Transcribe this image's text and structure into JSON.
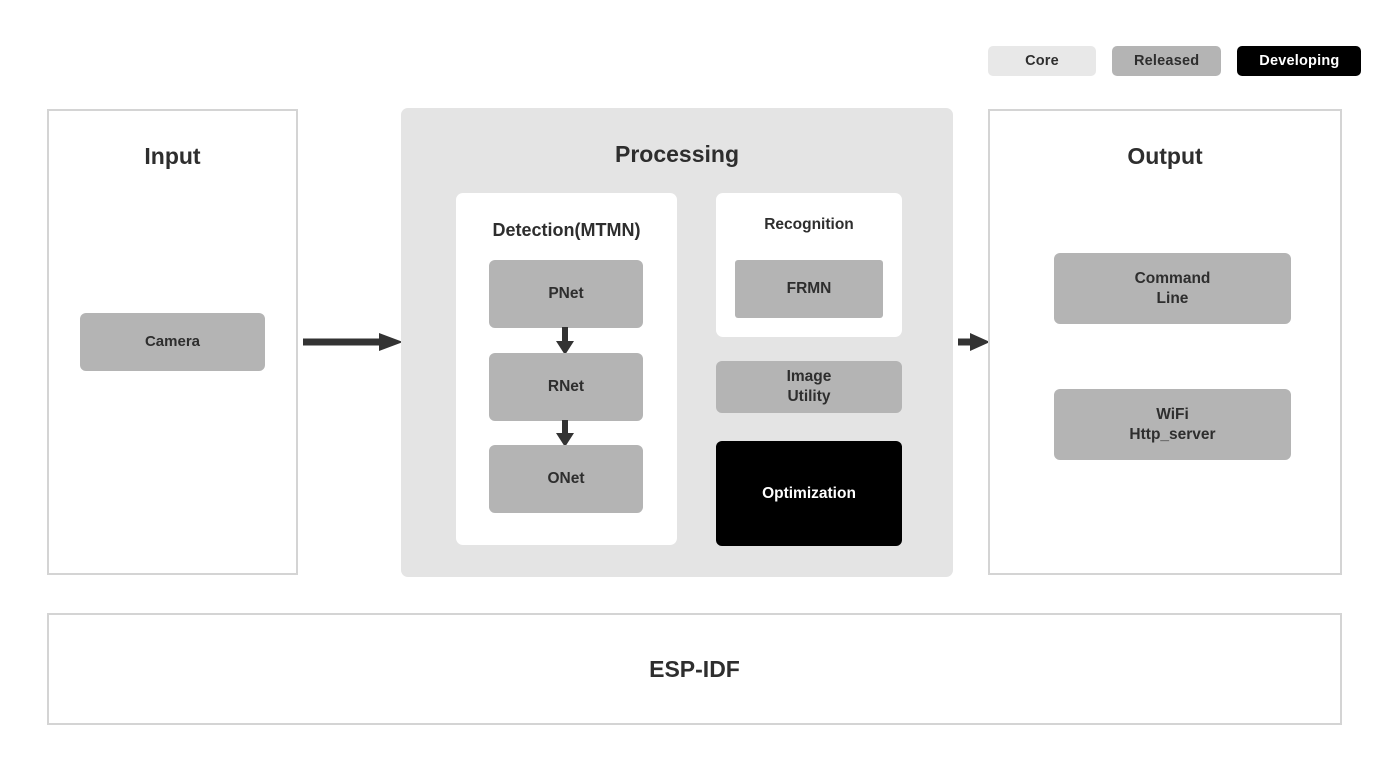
{
  "legend": {
    "items": [
      {
        "label": "Core",
        "state": "core",
        "color": "#e8e8e8"
      },
      {
        "label": "Released",
        "state": "released",
        "color": "#b4b4b4"
      },
      {
        "label": "Developing",
        "state": "developing",
        "color": "#000000"
      }
    ]
  },
  "input": {
    "title": "Input",
    "nodes": [
      {
        "label": "Camera",
        "state": "released"
      }
    ]
  },
  "processing": {
    "title": "Processing",
    "detection": {
      "title": "Detection(MTMN)",
      "nodes": [
        {
          "label": "PNet",
          "state": "released"
        },
        {
          "label": "RNet",
          "state": "released"
        },
        {
          "label": "ONet",
          "state": "released"
        }
      ]
    },
    "recognition": {
      "title": "Recognition",
      "nodes": [
        {
          "label": "FRMN",
          "state": "released"
        }
      ]
    },
    "extras": [
      {
        "label": "Image\nUtility",
        "state": "released"
      },
      {
        "label": "Optimization",
        "state": "developing"
      }
    ]
  },
  "output": {
    "title": "Output",
    "nodes": [
      {
        "label": "Command\nLine",
        "state": "released"
      },
      {
        "label": "WiFi\nHttp_server",
        "state": "released"
      }
    ]
  },
  "footer": {
    "label": "ESP-IDF"
  },
  "colors": {
    "core": "#e8e8e8",
    "released": "#b4b4b4",
    "developing": "#000000",
    "panel_fill": "#e4e4e4",
    "panel_border": "#d4d4d4",
    "text": "#2e2e2e",
    "arrow": "#333333"
  }
}
